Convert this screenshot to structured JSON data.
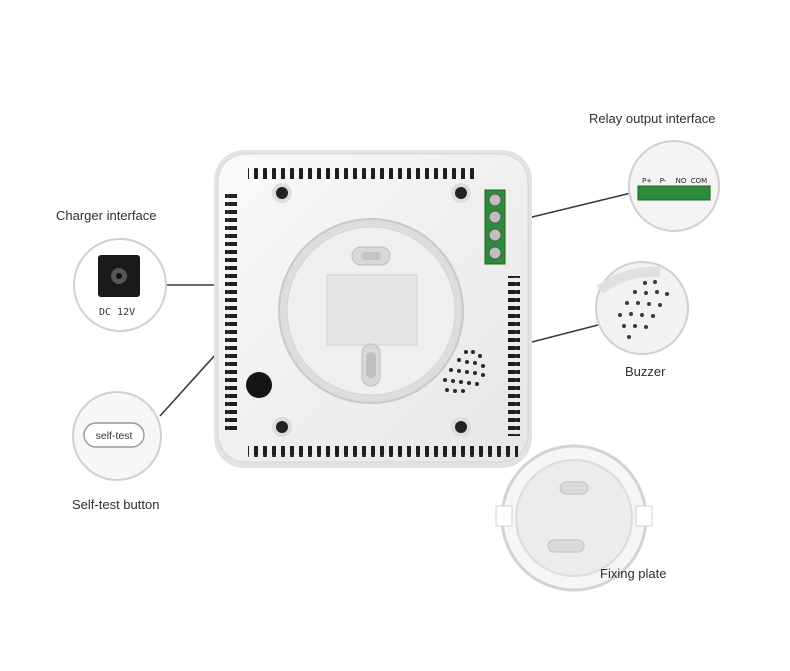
{
  "labels": {
    "charger": "Charger interface",
    "self_test": "Self-test button",
    "relay": "Relay output interface",
    "buzzer": "Buzzer",
    "fixing_plate": "Fixing plate"
  },
  "charger_port_text": "DC 12V",
  "self_test_button_text": "self-test",
  "relay_terminals": [
    "P+",
    "P-",
    "NO",
    "COM"
  ],
  "colors": {
    "device_body": "#f1f1f1",
    "terminal_block": "#2e8b3a",
    "leader_line": "#3a3a3a"
  }
}
